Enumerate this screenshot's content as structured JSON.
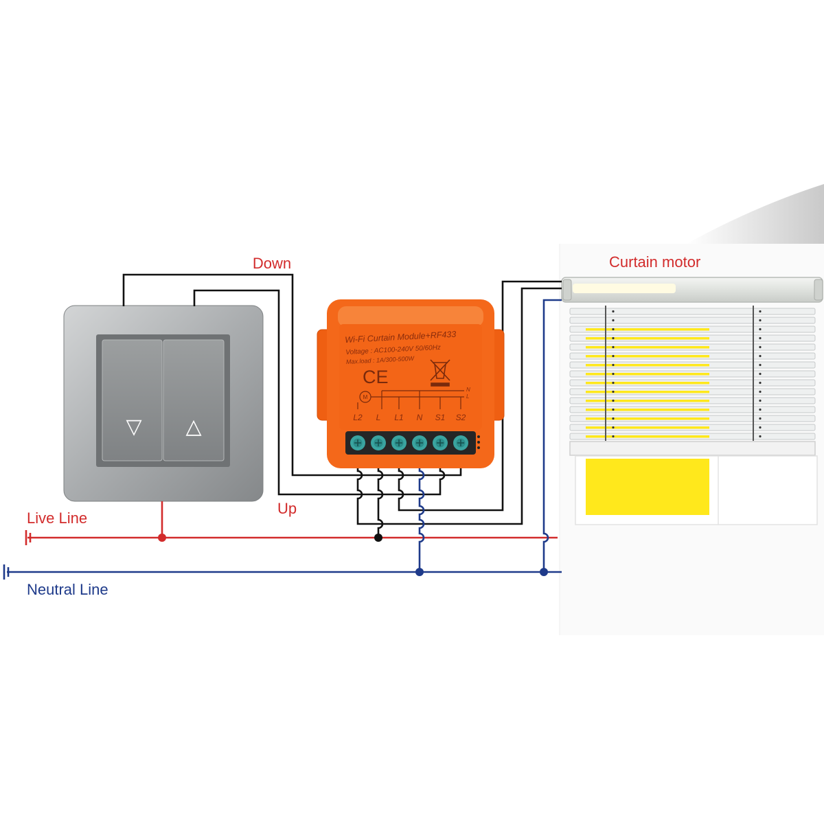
{
  "labels": {
    "down": "Down",
    "up": "Up",
    "live_line": "Live Line",
    "neutral_line": "Neutral Line",
    "curtain_motor": "Curtain motor"
  },
  "switch": {
    "down_symbol": "▽",
    "up_symbol": "△"
  },
  "module": {
    "title": "Wi-Fi Curtain Module+RF433",
    "voltage": "Voltage : AC100-240V 50/60Hz",
    "max_load": "Max.load : 1A/300-500W",
    "ce_mark": "CE",
    "motor_symbol": "M",
    "schematic_n": "N",
    "schematic_l": "L",
    "terminals": [
      "L2",
      "L",
      "L1",
      "N",
      "S1",
      "S2"
    ]
  },
  "icons": {
    "weee": "crossed-bin-icon",
    "line_terminal": "terminal-symbol-icon"
  },
  "colors": {
    "live": "#d22b2b",
    "neutral": "#1e3a8a",
    "wire": "#111111",
    "module_body": "#f4681a",
    "screw": "#3aa4a0",
    "highlight_yellow": "#ffe81c"
  }
}
